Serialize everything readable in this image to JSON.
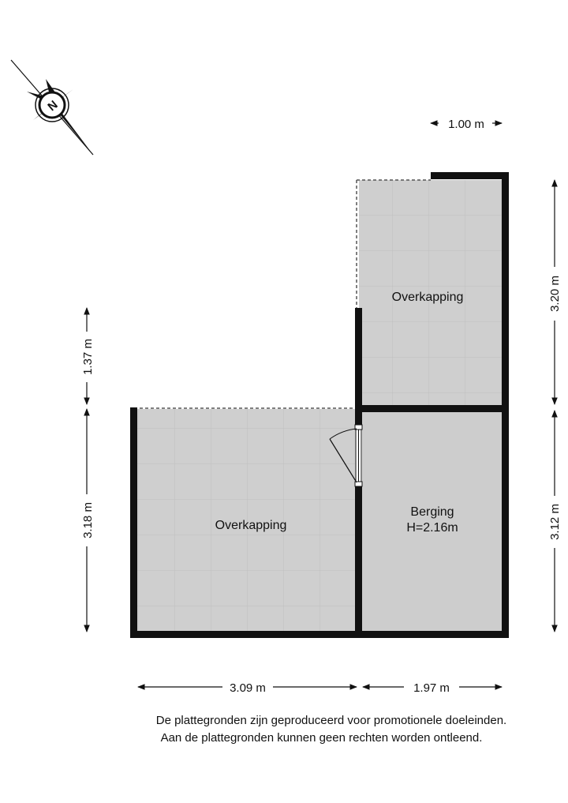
{
  "rooms": {
    "overkapping_top": {
      "name": "Overkapping"
    },
    "overkapping_left": {
      "name": "Overkapping"
    },
    "berging": {
      "name": "Berging",
      "height": "H=2.16m"
    }
  },
  "dimensions": {
    "top": "1.00 m",
    "right_upper": "3.20 m",
    "right_lower": "3.12 m",
    "left_upper": "1.37 m",
    "left_lower": "3.18 m",
    "bottom_left": "3.09 m",
    "bottom_right": "1.97 m"
  },
  "compass": {
    "letter": "N",
    "icon": "compass-icon"
  },
  "disclaimer": {
    "line1": "De plattegronden zijn geproduceerd voor promotionele doeleinden.",
    "line2": "Aan de plattegronden kunnen geen rechten worden ontleend."
  },
  "colors": {
    "floor": "#cfcfcf",
    "tile": "#bdbdbd",
    "wall": "#111111"
  }
}
